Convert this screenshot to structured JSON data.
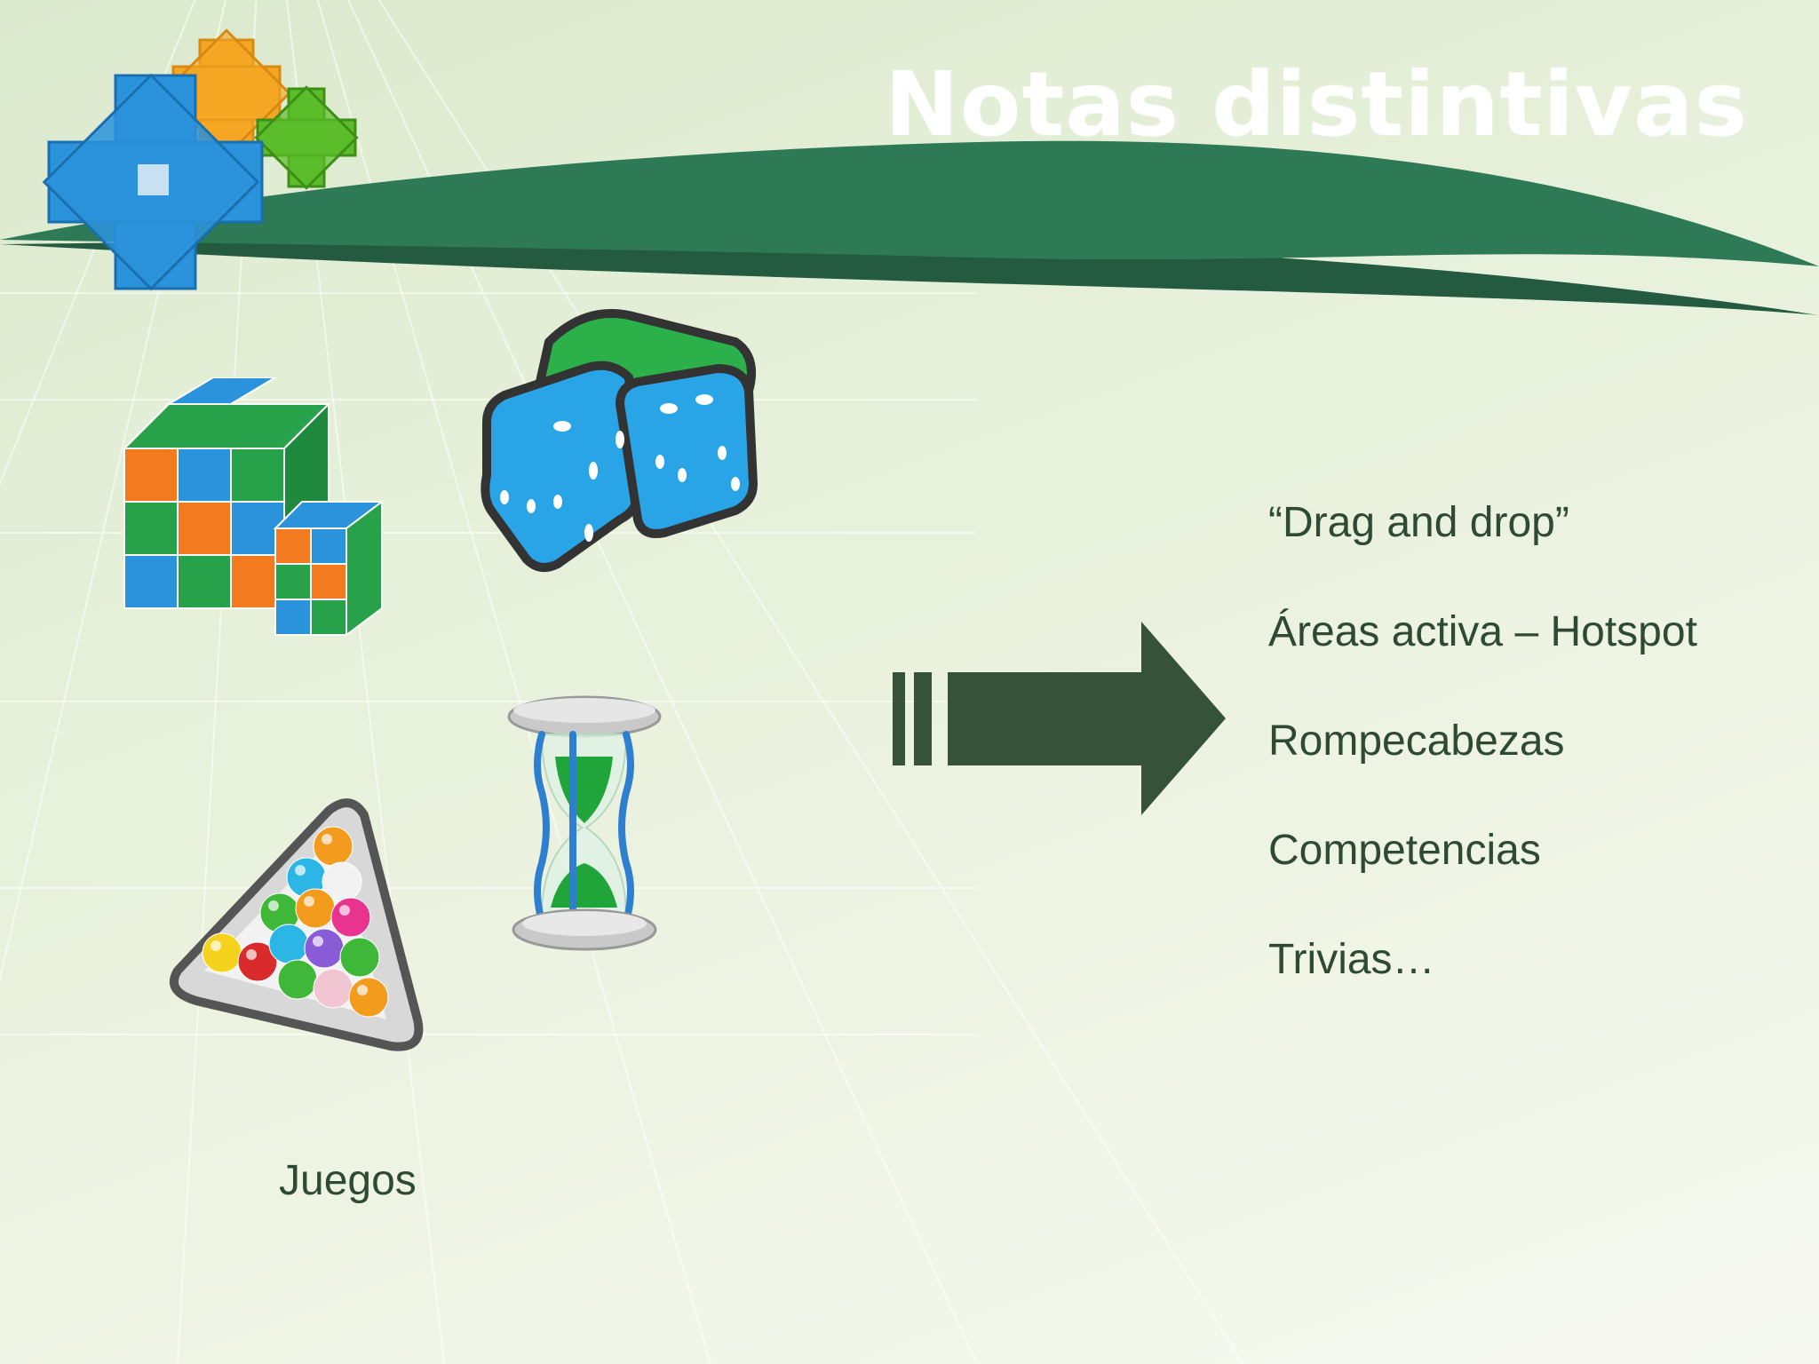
{
  "slide": {
    "title": "Notas distintivas",
    "features": [
      "“Drag and drop”",
      "Áreas activa – Hotspot",
      "Rompecabezas",
      "Competencias",
      "Trivias…"
    ],
    "caption": "Juegos"
  },
  "theme": {
    "band_color": "#2e7a57",
    "band_shadow_color": "#235a40",
    "arrow_color": "#365238",
    "text_color": "#2f4a34"
  },
  "icons": [
    "gears-puzzle-icon",
    "cubes-icon",
    "dice-icon",
    "hourglass-icon",
    "billiard-balls-icon",
    "right-arrow-icon"
  ]
}
